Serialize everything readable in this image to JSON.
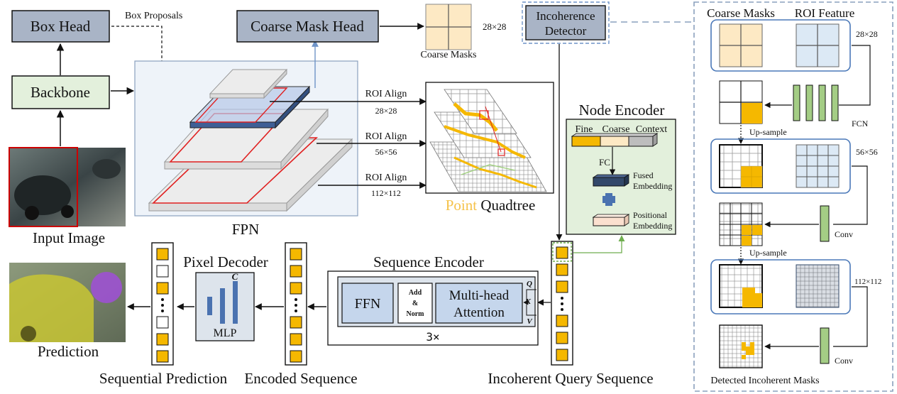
{
  "box_head": "Box Head",
  "box_proposals": "Box Proposals",
  "coarse_mask_head": "Coarse Mask Head",
  "mask_size_28": "28×28",
  "coarse_masks": "Coarse Masks",
  "incoherence_detector_line1": "Incoherence",
  "incoherence_detector_line2": "Detector",
  "backbone": "Backbone",
  "input_image": "Input Image",
  "fpn": "FPN",
  "roi_align_1": "ROI Align",
  "roi_size_1": "28×28",
  "roi_align_2": "ROI Align",
  "roi_size_2": "56×56",
  "roi_align_3": "ROI Align",
  "roi_size_3": "112×112",
  "quadtree_point": "Point",
  "quadtree_word": "Quadtree",
  "node_encoder": {
    "title": "Node Encoder",
    "fine": "Fine",
    "coarse": "Coarse",
    "context": "Context",
    "fc": "FC",
    "fused_line1": "Fused",
    "fused_line2": "Embedding",
    "positional_line1": "Positional",
    "positional_line2": "Embedding"
  },
  "sequence_encoder": {
    "title": "Sequence Encoder",
    "ffn": "FFN",
    "add": "Add",
    "amp": "&",
    "norm": "Norm",
    "mha_line1": "Multi-head",
    "mha_line2": "Attention",
    "q": "Q",
    "k": "K",
    "v": "V",
    "repeat": "3×"
  },
  "pixel_decoder": {
    "title": "Pixel Decoder",
    "c": "C",
    "mlp": "MLP"
  },
  "prediction": "Prediction",
  "sequential_prediction": "Sequential Prediction",
  "encoded_sequence": "Encoded Sequence",
  "incoherent_query_sequence": "Incoherent Query Sequence",
  "right_panel": {
    "coarse_masks": "Coarse Masks",
    "roi_feature": "ROI Feature",
    "size_28": "28×28",
    "fcn": "FCN",
    "upsample_1": "Up-sample",
    "size_56": "56×56",
    "conv_1": "Conv",
    "upsample_2": "Up-sample",
    "size_112": "112×112",
    "conv_2": "Conv",
    "detected": "Detected Incoherent Masks"
  },
  "colors": {
    "gray_box": "#a9b4c6",
    "green_box": "#e3f0dc",
    "orange": "#f5b800",
    "light_orange": "#fde9c4",
    "light_blue": "#dce9f5",
    "conv_green": "#a4cd85",
    "panel_border": "#4a78b8",
    "attn_blue": "#c5d6ec",
    "mlp_bar": "#4a72b0"
  }
}
